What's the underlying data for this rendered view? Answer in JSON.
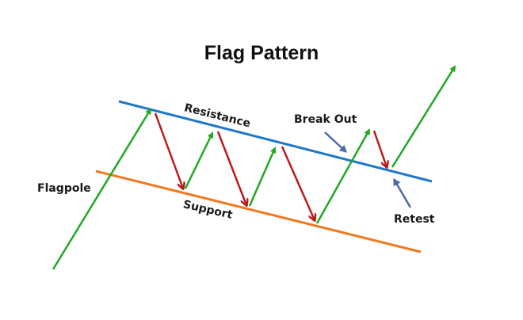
{
  "title": "Flag Pattern",
  "colors": {
    "resistance": "#1f78c8",
    "support": "#f07820",
    "up_arrow": "#1faa1f",
    "down_arrow": "#b81c1c",
    "pointer": "#4a6aaa",
    "text": "#1a1a1a"
  },
  "labels": {
    "flagpole": "Flagpole",
    "resistance": "Resistance",
    "support": "Support",
    "break_out": "Break Out",
    "retest": "Retest"
  },
  "lines": {
    "resistance": {
      "name": "Resistance"
    },
    "support": {
      "name": "Support"
    }
  },
  "price_moves": [
    {
      "name": "flagpole",
      "direction": "up"
    },
    {
      "name": "drop-1",
      "direction": "down"
    },
    {
      "name": "rise-1",
      "direction": "up"
    },
    {
      "name": "drop-2",
      "direction": "down"
    },
    {
      "name": "rise-2",
      "direction": "up"
    },
    {
      "name": "drop-3",
      "direction": "down"
    },
    {
      "name": "breakout-rise",
      "direction": "up"
    },
    {
      "name": "retest-drop",
      "direction": "down"
    },
    {
      "name": "continuation-rise",
      "direction": "up"
    }
  ],
  "pointers": [
    {
      "name": "break-out-pointer",
      "label": "Break Out"
    },
    {
      "name": "retest-pointer",
      "label": "Retest"
    }
  ]
}
